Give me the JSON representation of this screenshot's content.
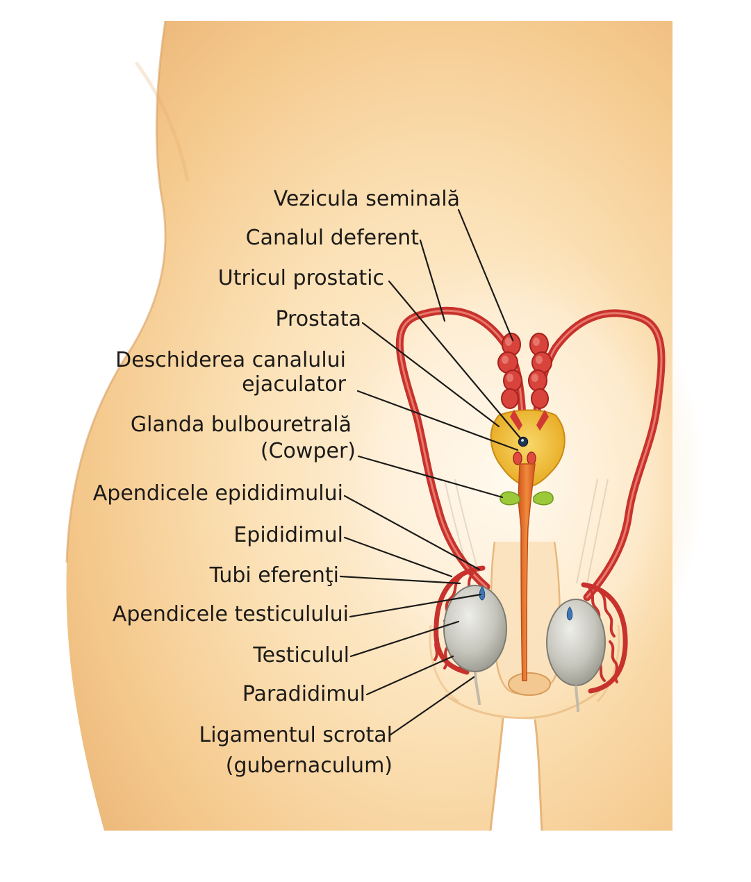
{
  "labels": {
    "vezicula": "Vezicula seminală",
    "canalul": "Canalul deferent",
    "utricul": "Utricul prostatic",
    "prostata": "Prostata",
    "deschiderea_1": "Deschiderea canalului",
    "deschiderea_2": "ejaculator",
    "glanda_1": "Glanda bulbouretrală",
    "glanda_2": "(Cowper)",
    "apendicele_epididimului": "Apendicele epididimului",
    "epididimul": "Epididimul",
    "tubi": "Tubi eferenţi",
    "apendicele_testiculului": "Apendicele testiculului",
    "testiculul": "Testiculul",
    "paradidimul": "Paradidimul",
    "ligamentul_1": "Ligamentul scrotal",
    "ligamentul_2": "(gubernaculum)"
  },
  "colors": {
    "skin": "#f8d7a7",
    "skin_shadow": "#eab677",
    "duct": "#c8322c",
    "prostate": "#f2bf2e",
    "bulbourethral_gland": "#9cc93a",
    "testis": "#bfbdb3",
    "label_text": "#1c1a18"
  }
}
